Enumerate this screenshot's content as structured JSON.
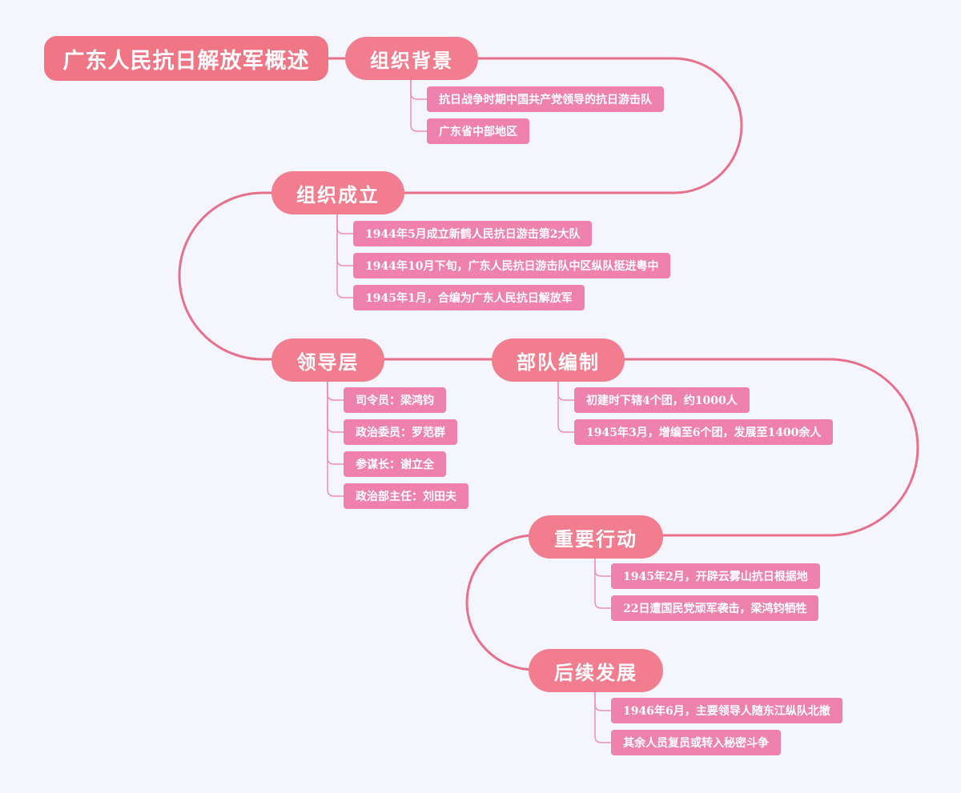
{
  "title": "广东人民抗日解放军概述",
  "colors": {
    "background": "#f4f5fd",
    "root": "#f07685",
    "topic": "#f27d8e",
    "leaf": "#ef82ad",
    "main_line": "#e8708a",
    "branch_line": "#ef8fb6"
  },
  "topics": [
    {
      "label": "组织背景",
      "items": [
        "抗日战争时期中国共产党领导的抗日游击队",
        "广东省中部地区"
      ]
    },
    {
      "label": "组织成立",
      "items": [
        "1944年5月成立新鹤人民抗日游击第2大队",
        "1944年10月下旬，广东人民抗日游击队中区纵队挺进粤中",
        "1945年1月，合编为广东人民抗日解放军"
      ]
    },
    {
      "label": "领导层",
      "items": [
        "司令员：梁鸿钧",
        "政治委员：罗范群",
        "参谋长：谢立全",
        "政治部主任：刘田夫"
      ]
    },
    {
      "label": "部队编制",
      "items": [
        "初建时下辖4个团，约1000人",
        "1945年3月，增编至6个团，发展至1400余人"
      ]
    },
    {
      "label": "重要行动",
      "items": [
        "1945年2月，开辟云雾山抗日根据地",
        "22日遭国民党顽军袭击，梁鸿钧牺牲"
      ]
    },
    {
      "label": "后续发展",
      "items": [
        "1946年6月，主要领导人随东江纵队北撤",
        "其余人员复员或转入秘密斗争"
      ]
    }
  ]
}
